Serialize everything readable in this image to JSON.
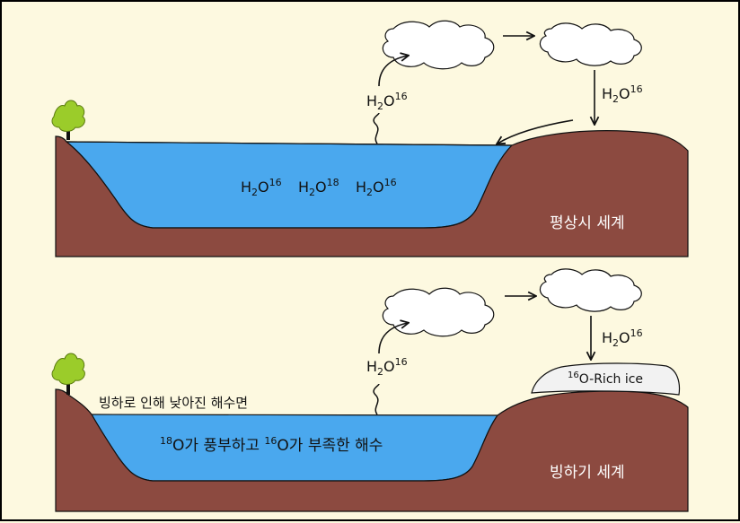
{
  "colors": {
    "background": "#fdf9e0",
    "water": "#4aa8ee",
    "land": "#8c4a40",
    "cloud": "#ffffff",
    "ice": "#f2f2f2",
    "tree": "#9bcc2a"
  },
  "panels": [
    {
      "world_label": "평상시 세계",
      "evap_formula": {
        "main": "H",
        "sub": "2",
        "o": "O",
        "sup": "16"
      },
      "precip_formula": {
        "main": "H",
        "sub": "2",
        "o": "O",
        "sup": "16"
      },
      "ocean_formulas": [
        {
          "main": "H",
          "sub": "2",
          "o": "O",
          "sup": "16"
        },
        {
          "main": "H",
          "sub": "2",
          "o": "O",
          "sup": "18"
        },
        {
          "main": "H",
          "sub": "2",
          "o": "O",
          "sup": "16"
        }
      ]
    },
    {
      "world_label": "빙하기 세계",
      "evap_formula": {
        "main": "H",
        "sub": "2",
        "o": "O",
        "sup": "16"
      },
      "precip_formula": {
        "main": "H",
        "sub": "2",
        "o": "O",
        "sup": "16"
      },
      "ice_label": {
        "sup": "16",
        "text": "O-Rich ice"
      },
      "sea_level_label": "빙하로 인해 낮아진 해수면",
      "ocean_label": {
        "sup1": "18",
        "part1": "O가 풍부하고 ",
        "sup2": "16",
        "part2": "O가 부족한 해수"
      }
    }
  ]
}
